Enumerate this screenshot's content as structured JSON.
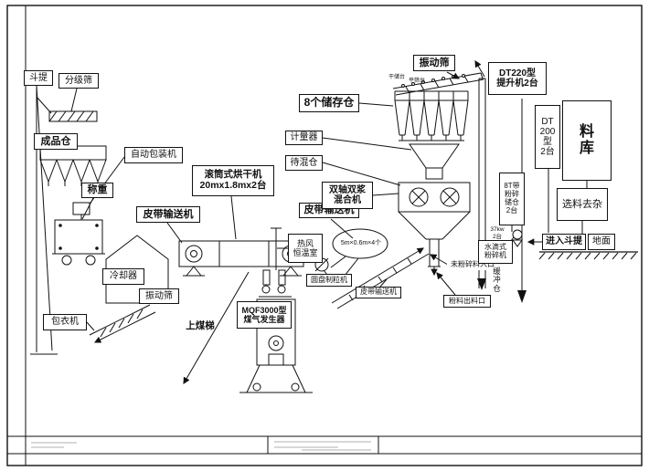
{
  "drawing": {
    "labels": {
      "douti": "斗提",
      "fenjishai": "分级筛",
      "chengpincang": "成品仓",
      "baozhuangji": "自动包装机",
      "hongganji": "滚筒式烘干机\n20mx1.8mx2台",
      "chengzhong": "称重",
      "pidai_left": "皮带输送机",
      "lengqueqi": "冷却器",
      "zhendongshai_left": "振动筛",
      "baoyiji": "包衣机",
      "shangmeiti": "上煤梯",
      "mqf": "MQF3000型\n煤气发生器",
      "refeng": "热风\n恒温室",
      "yuanpan": "圆盘制粒机",
      "pidai_mid": "皮带输送机",
      "shuangzhou": "双轴双浆\n混合机",
      "bagecang": "8个储存仓",
      "jiliangqi": "计量器",
      "daihuncang": "待混仓",
      "zhendongshai_top": "振动筛",
      "tiny_left": "干储台",
      "tiny_right": "平筛台",
      "pidai_small": "皮带输送机",
      "weifensui": "未粉碎料入口",
      "fenliao": "粉料出料口",
      "dt220": "DT220型\n提升机2台",
      "dt200": "DT\n200\n型\n2台",
      "liaoku": "料\n库",
      "xuanliao": "选料去杂",
      "bt8": "8T带\n粉碎\n储仓\n2台",
      "kw37": "37kw\n2台",
      "shuidi": "水滴式\n粉碎机",
      "huanchong": "缓\n冲\n仓",
      "jinru": "进入斗提",
      "dimian": "地面",
      "dim_callout": "5m×0.6m×4个"
    }
  }
}
